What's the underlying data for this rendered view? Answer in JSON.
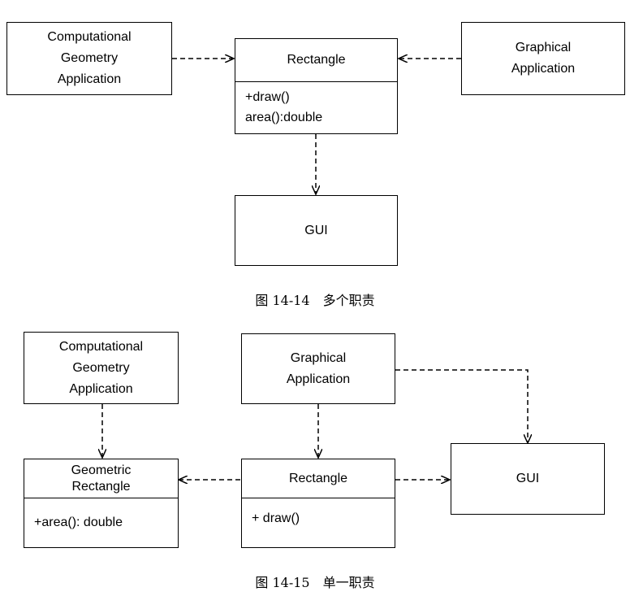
{
  "fig1": {
    "cga_label": "Computational\nGeometry\nApplication",
    "rectangle": {
      "name": "Rectangle",
      "ops": [
        "+draw()",
        "area():double"
      ]
    },
    "graphical_label": "Graphical\nApplication",
    "gui_label": "GUI",
    "caption": "图 14-14　多个职责"
  },
  "fig2": {
    "cga_label": "Computational\nGeometry\nApplication",
    "graphical_label": "Graphical\nApplication",
    "geometric_rectangle": {
      "name": "Geometric\nRectangle",
      "ops": [
        "+area(): double"
      ]
    },
    "rectangle": {
      "name": "Rectangle",
      "ops": [
        "+ draw()"
      ]
    },
    "gui_label": "GUI",
    "caption": "图 14-15　单一职责"
  },
  "colors": {
    "line": "#000000",
    "background": "#ffffff"
  }
}
